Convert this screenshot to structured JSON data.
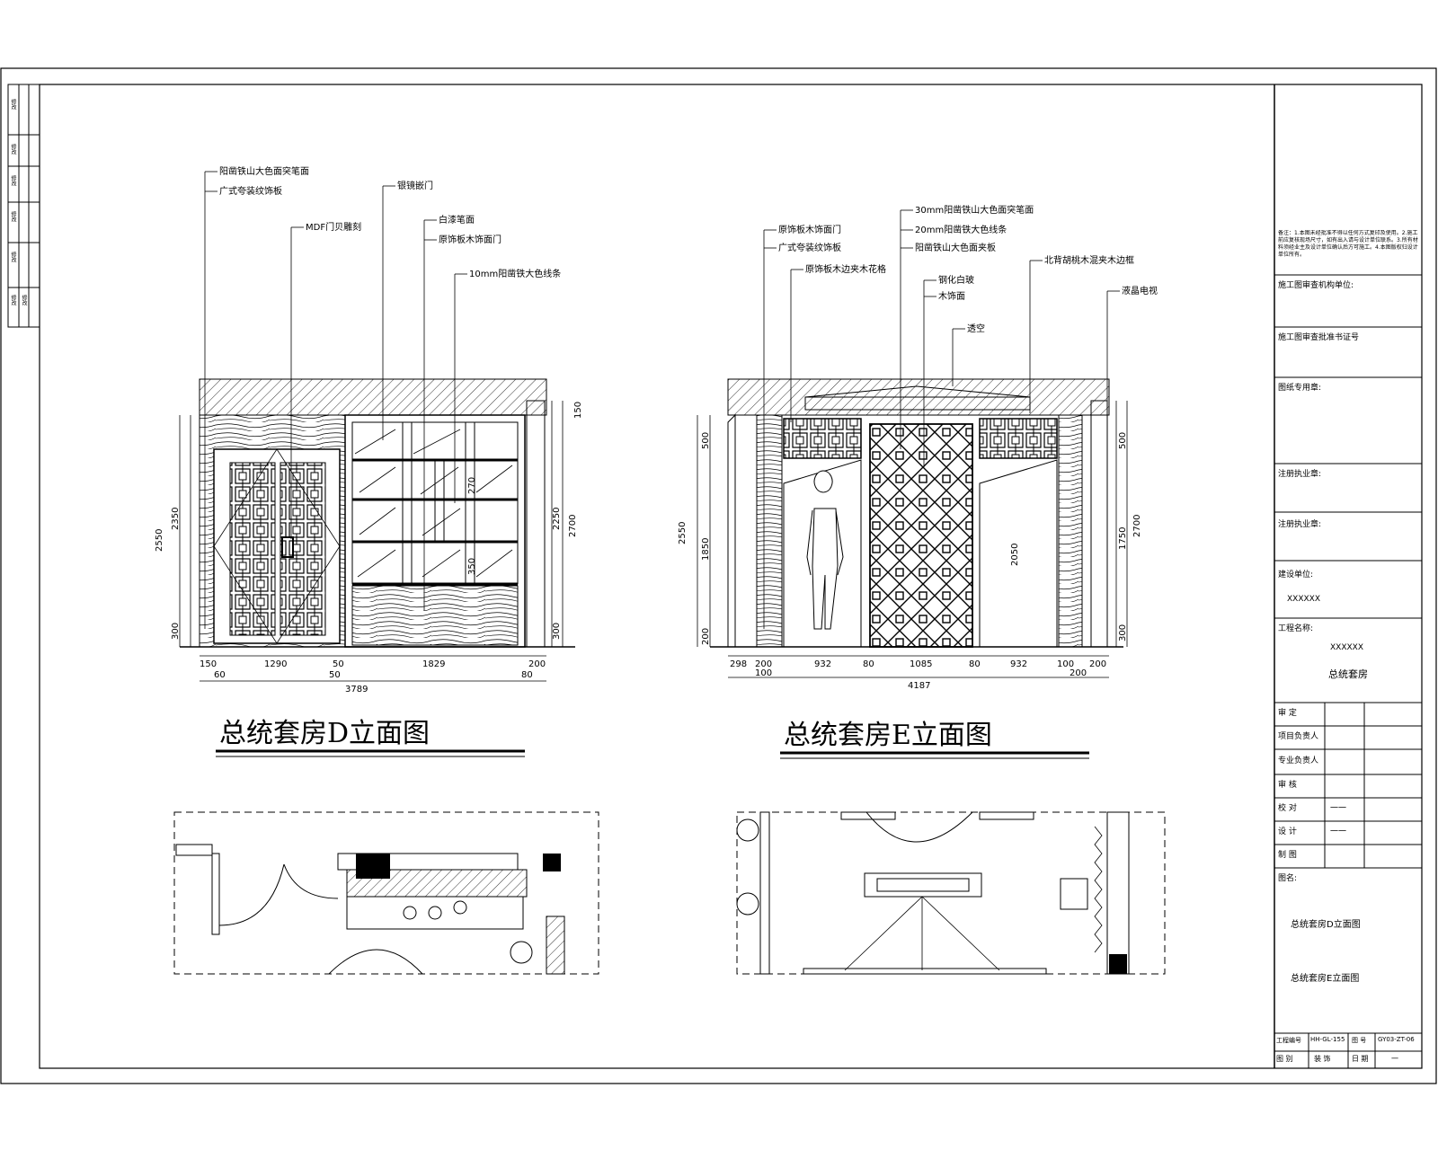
{
  "drawing": {
    "elevation_d": {
      "title": "总统套房D立面图",
      "callouts": [
        "阳凿铁山大色面突笔面",
        "广式夸装纹饰板",
        "MDF门贝雕刻",
        "银镜嵌门",
        "白漆笔面",
        "原饰板木饰面门",
        "10mm阳凿铁大色线条"
      ],
      "dims_bottom": [
        "150",
        "1290",
        "50",
        "1829",
        "200"
      ],
      "dims_bottom2": [
        "60",
        "50",
        "80",
        "3789"
      ],
      "dims_left": [
        "2550",
        "2350",
        "300"
      ],
      "dims_right": [
        "150",
        "2250",
        "2700",
        "300"
      ],
      "dims_inner": [
        "270",
        "350"
      ]
    },
    "elevation_e": {
      "title": "总统套房E立面图",
      "callouts": [
        "原饰板木饰面门",
        "广式夸装纹饰板",
        "原饰板木边夹木花格",
        "30mm阳凿铁山大色面突笔面",
        "20mm阳凿铁大色线条",
        "阳凿铁山大色面夹板",
        "钢化白玻",
        "木饰面",
        "透空",
        "北背胡桃木混夹木边框",
        "液晶电视"
      ],
      "dims_bottom": [
        "298",
        "200",
        "932",
        "80",
        "1085",
        "80",
        "932",
        "100",
        "200"
      ],
      "dims_bottom2": [
        "100",
        "4187",
        "200"
      ],
      "dims_left": [
        "2550",
        "500",
        "1850",
        "200"
      ],
      "dims_right": [
        "500",
        "1750",
        "2700",
        "300"
      ],
      "dims_inner": [
        "2050"
      ]
    }
  },
  "title_block": {
    "notes": "备注：1.本图未经批准不得以任何方式复印及使用。2.施工前应复核现场尺寸，如有出入请与设计单位联系。3.所有材料须经业主及设计单位确认后方可施工。4.本图版权归设计单位所有。",
    "rows": [
      {
        "label": "施工图审查机构单位:"
      },
      {
        "label": "施工图审查批准书证号"
      },
      {
        "label": "图纸专用章:"
      },
      {
        "label": "注册执业章:"
      },
      {
        "label": "注册执业章:"
      },
      {
        "label": "建设单位:",
        "value": "XXXXXX"
      },
      {
        "label": "工程名称:",
        "value": "XXXXXX",
        "value2": "总统套房"
      }
    ],
    "signoff": [
      "审    定",
      "项目负责人",
      "专业负责人",
      "审    核",
      "校    对",
      "设    计",
      "制    图"
    ],
    "signoff_values": [
      "",
      "",
      "",
      "",
      "一一",
      "一一",
      ""
    ],
    "drawing_label": "图名:",
    "drawing_names": [
      "总统套房D立面图",
      "总统套房E立面图"
    ],
    "footer": {
      "project_no_label": "工程编号",
      "project_no": "HH-GL-155",
      "sheet_label": "图 号",
      "sheet_no": "GY03-ZT-06",
      "category_label": "图 别",
      "category": "装 饰",
      "date_label": "日 期",
      "date": "一"
    }
  },
  "margin_strip": [
    "修改",
    "修改",
    "修改",
    "修改",
    "修改",
    "修改",
    "修改"
  ]
}
